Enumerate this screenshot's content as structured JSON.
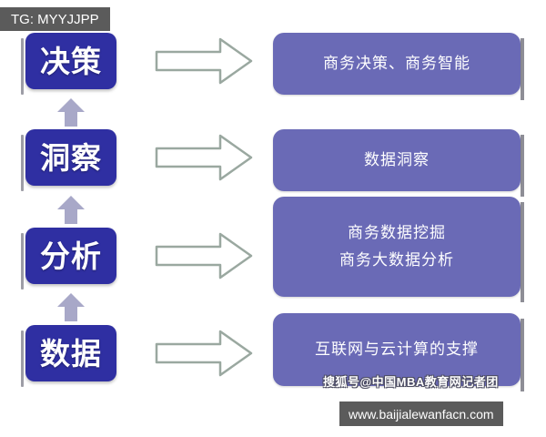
{
  "badges": {
    "top_left": "TG: MYYJJPP",
    "bottom_right": "www.baijialewanfacn.com",
    "watermark": "搜狐号@中国MBA教育网记者团"
  },
  "colors": {
    "stage_box": "#2f2fa2",
    "result_panel": "#6a6ab6",
    "arrow_fill": "#a8a8c8",
    "arrow_outline": "#9aa8a0",
    "badge_bg": "#5b5b5b",
    "page_bg": "#ffffff"
  },
  "stages": [
    {
      "label": "决策",
      "icon": "stage-box-icon"
    },
    {
      "label": "洞察",
      "icon": "stage-box-icon"
    },
    {
      "label": "分析",
      "icon": "stage-box-icon"
    },
    {
      "label": "数据",
      "icon": "stage-box-icon"
    }
  ],
  "connectors": {
    "vertical": [
      {
        "icon": "up-arrow-icon"
      },
      {
        "icon": "up-arrow-icon"
      },
      {
        "icon": "up-arrow-icon"
      }
    ],
    "horizontal": [
      {
        "icon": "right-arrow-icon"
      },
      {
        "icon": "right-arrow-icon"
      },
      {
        "icon": "right-arrow-icon"
      },
      {
        "icon": "right-arrow-icon"
      }
    ]
  },
  "results": [
    {
      "lines": [
        "商务决策、商务智能"
      ],
      "line1": "商务决策、商务智能",
      "line2": ""
    },
    {
      "lines": [
        "数据洞察"
      ],
      "line1": "数据洞察",
      "line2": ""
    },
    {
      "lines": [
        "商务数据挖掘",
        "商务大数据分析"
      ],
      "line1": "商务数据挖掘",
      "line2": "商务大数据分析"
    },
    {
      "lines": [
        "互联网与云计算的支撑"
      ],
      "line1": "互联网与云计算的支撑",
      "line2": ""
    }
  ]
}
